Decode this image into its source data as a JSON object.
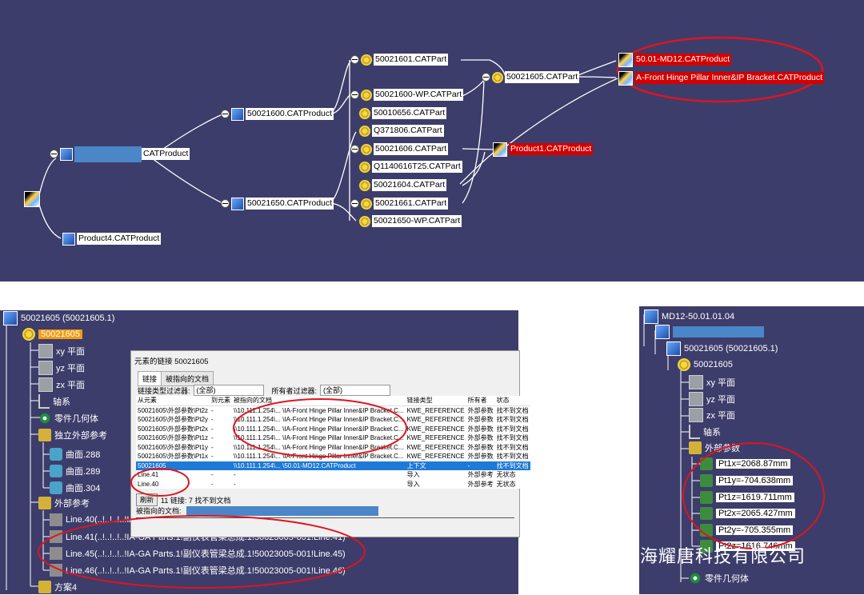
{
  "graph": {
    "root_label": "",
    "redacted_product_suffix": "CATProduct",
    "product4": "Product4.CATProduct",
    "p50021600": "50021600.CATProduct",
    "p50021650": "50021650.CATProduct",
    "parts": [
      "50021601.CATPart",
      "50021600-WP.CATPart",
      "50010656.CATPart",
      "Q371806.CATPart",
      "50021606.CATPart",
      "Q1140616T25.CATPart",
      "50021604.CATPart",
      "50021661.CATPart",
      "50021650-WP.CATPart"
    ],
    "p50021605": "50021605.CATPart",
    "product1": "Product1.CATProduct",
    "md12": "50.01-MD12.CATProduct",
    "bracket": "A-Front Hinge Pillar Inner&IP Bracket.CATProduct"
  },
  "tree_left": {
    "root": "50021605 (50021605.1)",
    "selected": "50021605",
    "items": {
      "xy": "xy 平面",
      "yz": "yz 平面",
      "zx": "zx 平面",
      "axis": "轴系",
      "geom": "零件几何体",
      "indep": "独立外部参考",
      "s288": "曲面.288",
      "s289": "曲面.289",
      "s304": "曲面.304",
      "extref": "外部参考",
      "l40": "Line.40(..!..!..!..!IA-",
      "l41": "Line.41(..!..!..!..!IA-GA Parts.1!副仪表管梁总成.1!50023005-001!Line.41)",
      "l45": "Line.45(..!..!..!..!IA-GA Parts.1!副仪表管梁总成.1!50023005-001!Line.45)",
      "l46": "Line.46(..!..!..!..!IA-GA Parts.1!副仪表管梁总成.1!50023005-001!Line.46)",
      "plan4": "方案4"
    }
  },
  "dialog": {
    "title": "元素的链接 50021605",
    "tabs": [
      "链接",
      "被指向的文档"
    ],
    "filter1_label": "链接类型过滤器:",
    "filter1_value": "(全部)",
    "filter2_label": "所有者过滤器:",
    "filter2_value": "(全部)",
    "columns": [
      "从元素",
      "到元素",
      "被指向的文档",
      "链接类型",
      "所有者",
      "状态"
    ],
    "rows": [
      [
        "50021605\\外部参数\\Pt2z",
        "-",
        "\\\\10.111.1.254\\... \\IA-Front Hinge Pillar Inner&IP Bracket.C...",
        "KWE_REFERENCE",
        "外部参数",
        "找不到文档"
      ],
      [
        "50021605\\外部参数\\Pt2y",
        "-",
        "\\\\10.111.1.254\\... \\IA-Front Hinge Pillar Inner&IP Bracket.C...",
        "KWE_REFERENCE",
        "外部参数",
        "找不到文档"
      ],
      [
        "50021605\\外部参数\\Pt2x",
        "-",
        "\\\\10.111.1.254\\... \\IA-Front Hinge Pillar Inner&IP Bracket.C...",
        "KWE_REFERENCE",
        "外部参数",
        "找不到文档"
      ],
      [
        "50021605\\外部参数\\Pt1z",
        "-",
        "\\\\10.111.1.254\\... \\IA-Front Hinge Pillar Inner&IP Bracket.C...",
        "KWE_REFERENCE",
        "外部参数",
        "找不到文档"
      ],
      [
        "50021605\\外部参数\\Pt1y",
        "-",
        "\\\\10.111.1.254\\... \\IA-Front Hinge Pillar Inner&IP Bracket.C...",
        "KWE_REFERENCE",
        "外部参数",
        "找不到文档"
      ],
      [
        "50021605\\外部参数\\Pt1x",
        "-",
        "\\\\10.111.1.254\\... \\IA-Front Hinge Pillar Inner&IP Bracket.C...",
        "KWE_REFERENCE",
        "外部参数",
        "找不到文档"
      ],
      [
        "50021605",
        "",
        "\\\\10.111.1.254\\... \\50.01-MD12.CATProduct",
        "上下文",
        "-",
        "找不到文档"
      ],
      [
        "Line.41",
        "-",
        "-",
        "导入",
        "外部参考",
        "无状态"
      ],
      [
        "Line.40",
        "-",
        "-",
        "导入",
        "外部参考",
        "无状态"
      ]
    ],
    "refresh": "刷新",
    "status": "11 链接: 7 找不到文档",
    "path_label": "被指向的文档:"
  },
  "tree_right": {
    "root": "MD12-50.01.01.04",
    "sub": "50021605 (50021605.1)",
    "part": "50021605",
    "xy": "xy 平面",
    "yz": "yz 平面",
    "zx": "zx 平面",
    "axis": "轴系",
    "extparams": "外部参数",
    "params": [
      "Pt1x=2068.87mm",
      "Pt1y=-704.638mm",
      "Pt1z=1619.711mm",
      "Pt2x=2065.427mm",
      "Pt2y=-705.355mm",
      "Pt2z=1616.746mm"
    ],
    "geom": "零件几何体"
  },
  "watermark": "上海耀唐科技有限公司"
}
